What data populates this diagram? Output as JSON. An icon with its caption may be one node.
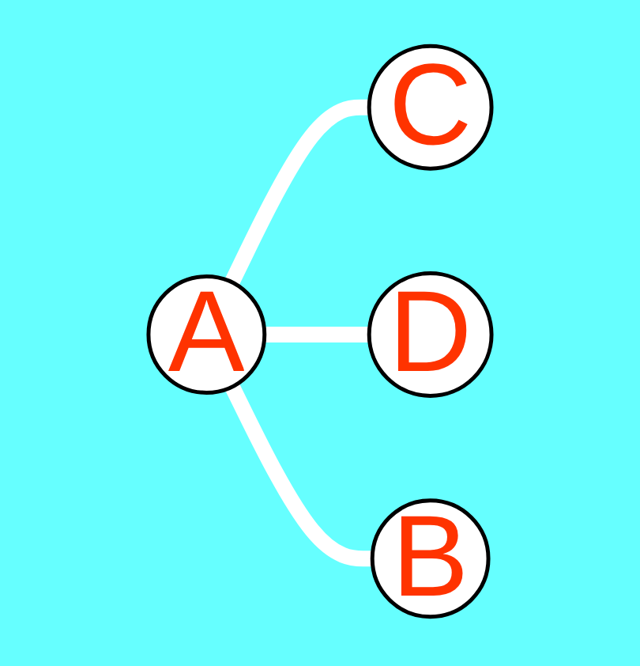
{
  "diagram": {
    "nodes": [
      {
        "text": [
          "C"
        ]
      },
      {
        "text": [
          "A"
        ]
      },
      {
        "text": [
          "D"
        ]
      },
      {
        "text": [
          "B"
        ]
      }
    ],
    "edges": [
      {
        "from": 1,
        "to": 0,
        "arrow": "none"
      },
      {
        "from": 1,
        "to": 2,
        "arrow": "none"
      },
      {
        "from": 1,
        "to": 3,
        "arrow": "none"
      }
    ]
  }
}
